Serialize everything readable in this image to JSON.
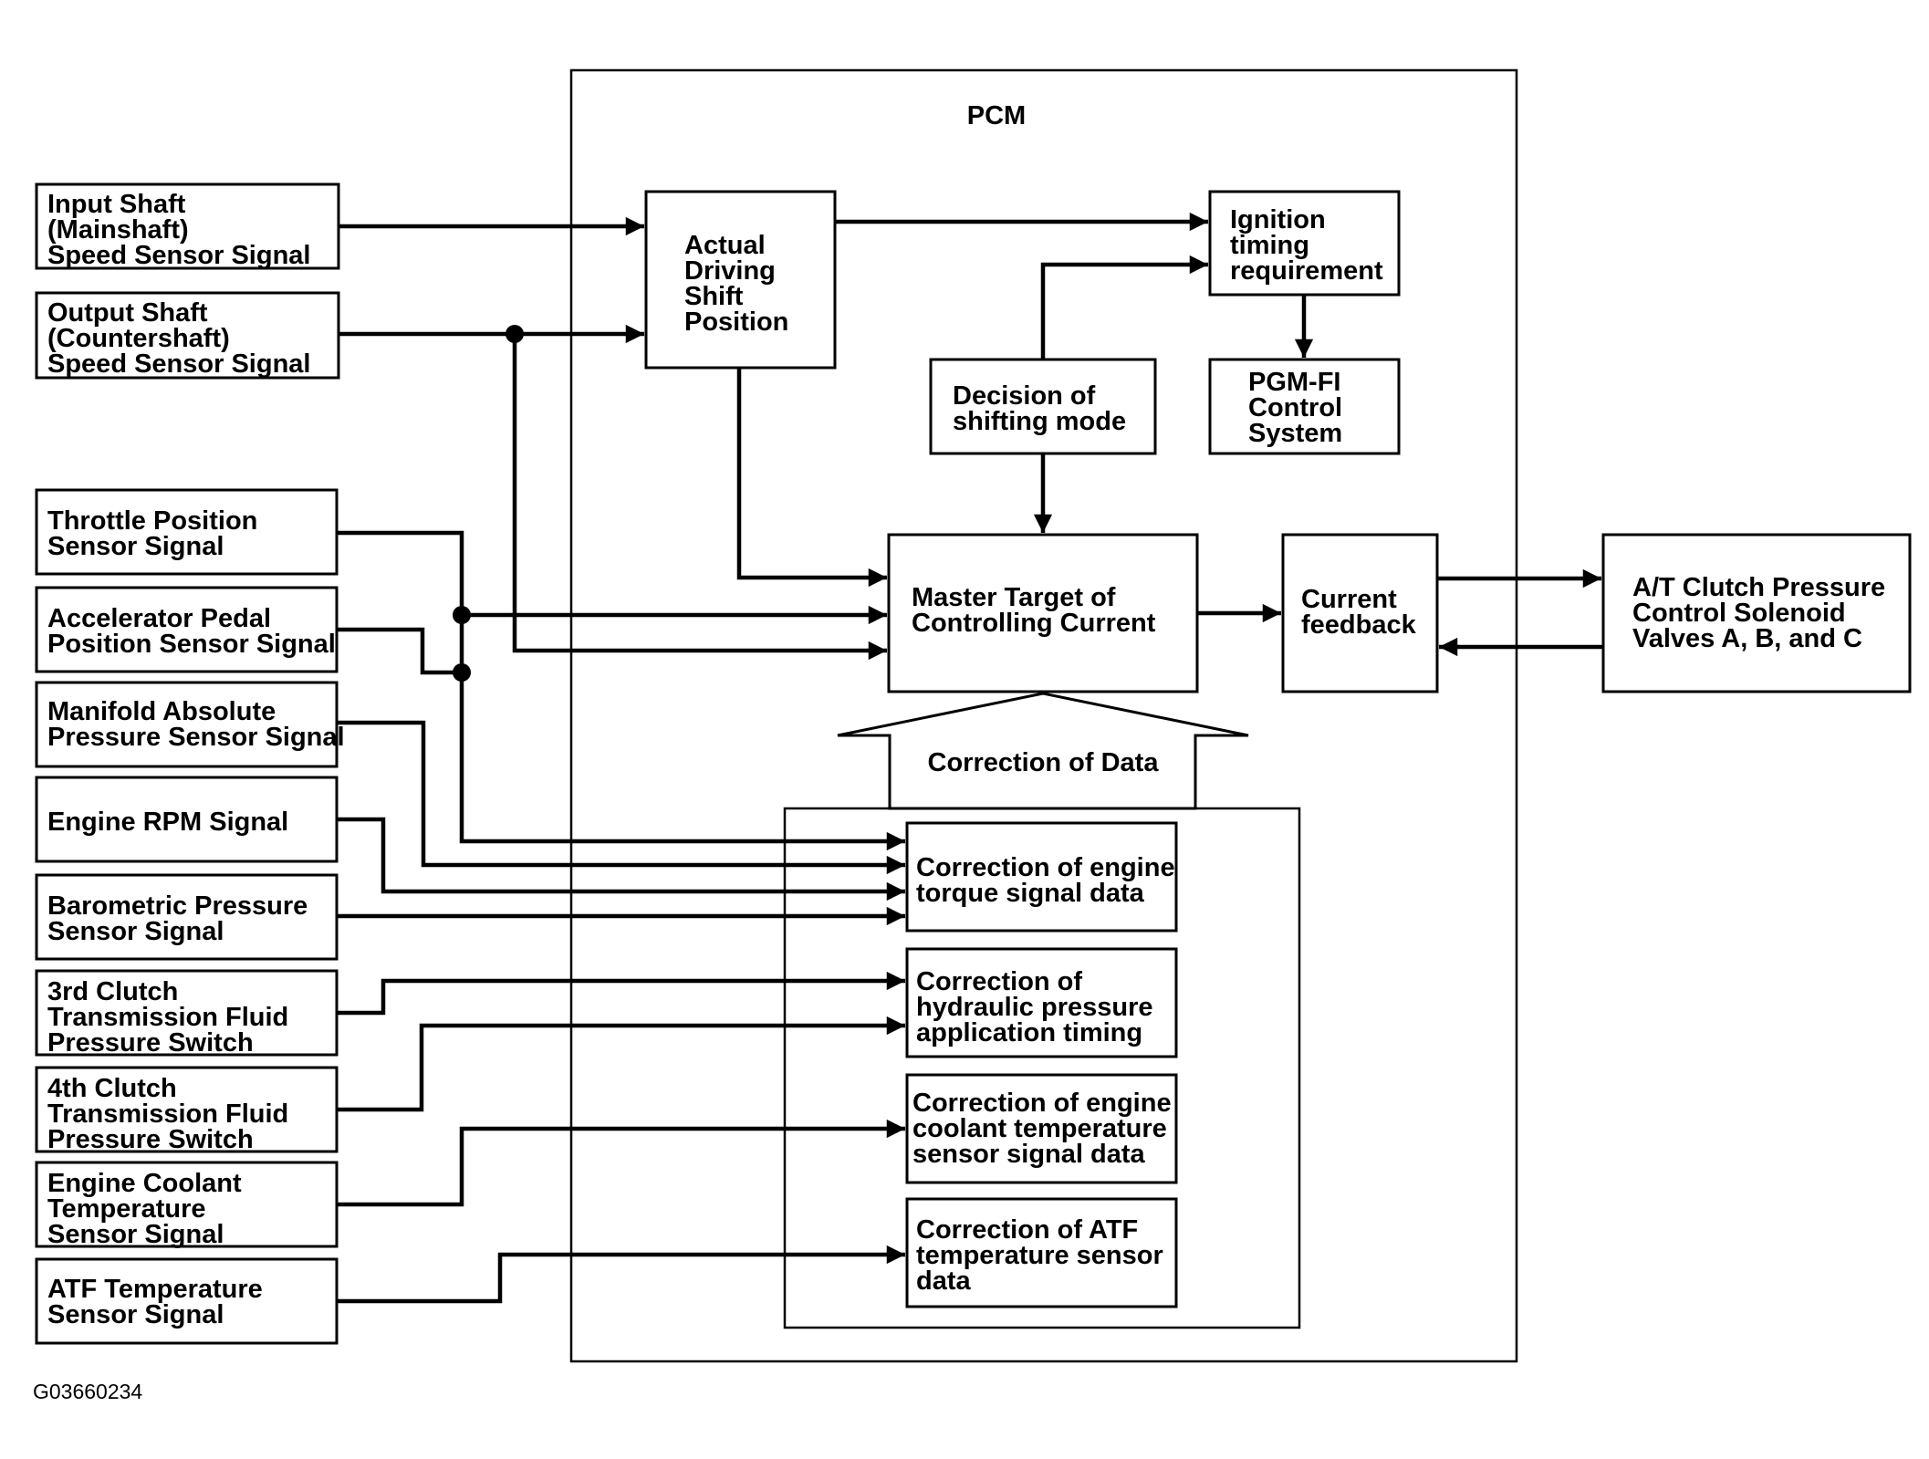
{
  "pcm_label": "PCM",
  "figure_code": "G03660234",
  "inputs": {
    "input_shaft": [
      "Input Shaft",
      "(Mainshaft)",
      "Speed Sensor Signal"
    ],
    "output_shaft": [
      "Output Shaft",
      "(Countershaft)",
      "Speed Sensor Signal"
    ],
    "throttle_position": [
      "Throttle Position",
      "Sensor Signal"
    ],
    "accelerator_pedal": [
      "Accelerator Pedal",
      "Position Sensor Signal"
    ],
    "manifold_absolute": [
      "Manifold Absolute",
      "Pressure Sensor Signal"
    ],
    "engine_rpm": [
      "Engine RPM Signal"
    ],
    "barometric_pressure": [
      "Barometric Pressure",
      "Sensor Signal"
    ],
    "clutch_3rd": [
      "3rd Clutch",
      "Transmission Fluid",
      "Pressure Switch"
    ],
    "clutch_4th": [
      "4th Clutch",
      "Transmission Fluid",
      "Pressure Switch"
    ],
    "engine_coolant": [
      "Engine Coolant",
      "Temperature",
      "Sensor Signal"
    ],
    "atf_temperature": [
      "ATF Temperature",
      "Sensor Signal"
    ]
  },
  "pcm_blocks": {
    "actual_driving": [
      "Actual",
      "Driving",
      "Shift",
      "Position"
    ],
    "ignition_timing": [
      "Ignition",
      "timing",
      "requirement"
    ],
    "pgm_fi": [
      "PGM-FI",
      "Control",
      "System"
    ],
    "decision_shifting": [
      "Decision of",
      "shifting mode"
    ],
    "master_target": [
      "Master Target of",
      "Controlling Current"
    ],
    "current_feedback": [
      "Current",
      "feedback"
    ],
    "correction_of_data": [
      "Correction of Data"
    ],
    "corr_engine_torque": [
      "Correction of engine",
      "torque signal data"
    ],
    "corr_hydraulic": [
      "Correction of",
      "hydraulic pressure",
      "application timing"
    ],
    "corr_coolant": [
      "Correction of engine",
      "coolant temperature",
      "sensor signal data"
    ],
    "corr_atf": [
      "Correction of ATF",
      "temperature sensor",
      "data"
    ]
  },
  "outputs": {
    "solenoid_valves": [
      "A/T Clutch Pressure",
      "Control Solenoid",
      "Valves A, B, and C"
    ]
  }
}
